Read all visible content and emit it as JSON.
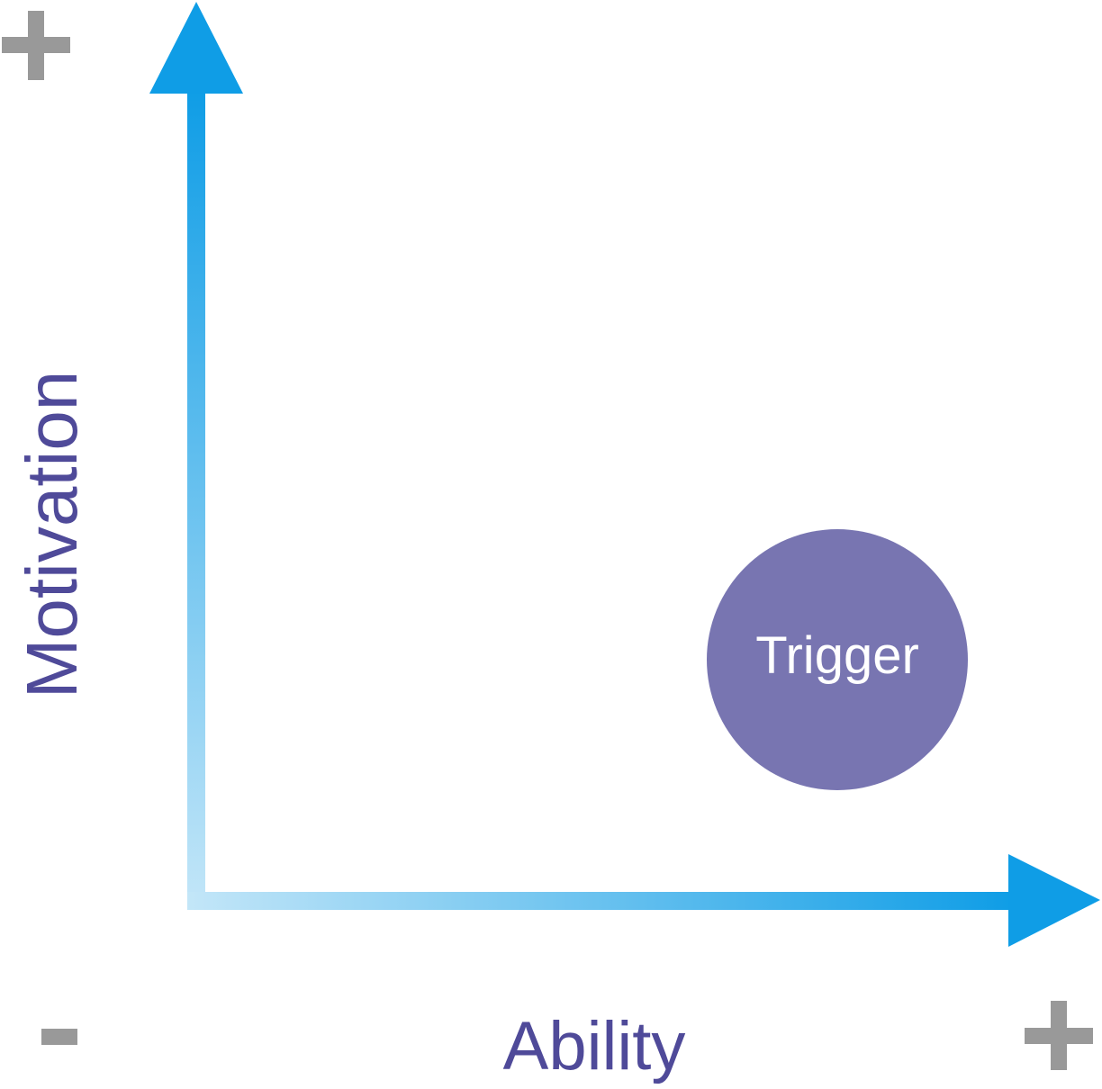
{
  "diagram": {
    "y_axis": {
      "label": "Motivation",
      "high_sign": "+"
    },
    "x_axis": {
      "label": "Ability",
      "low_sign": "-",
      "high_sign": "+"
    },
    "node": {
      "label": "Trigger",
      "color": "#7875b1"
    },
    "colors": {
      "axis_gradient_start": "#c3e6f8",
      "axis_gradient_end": "#0f9de6",
      "label_text": "#4f4a99",
      "signs": "#999999"
    }
  }
}
